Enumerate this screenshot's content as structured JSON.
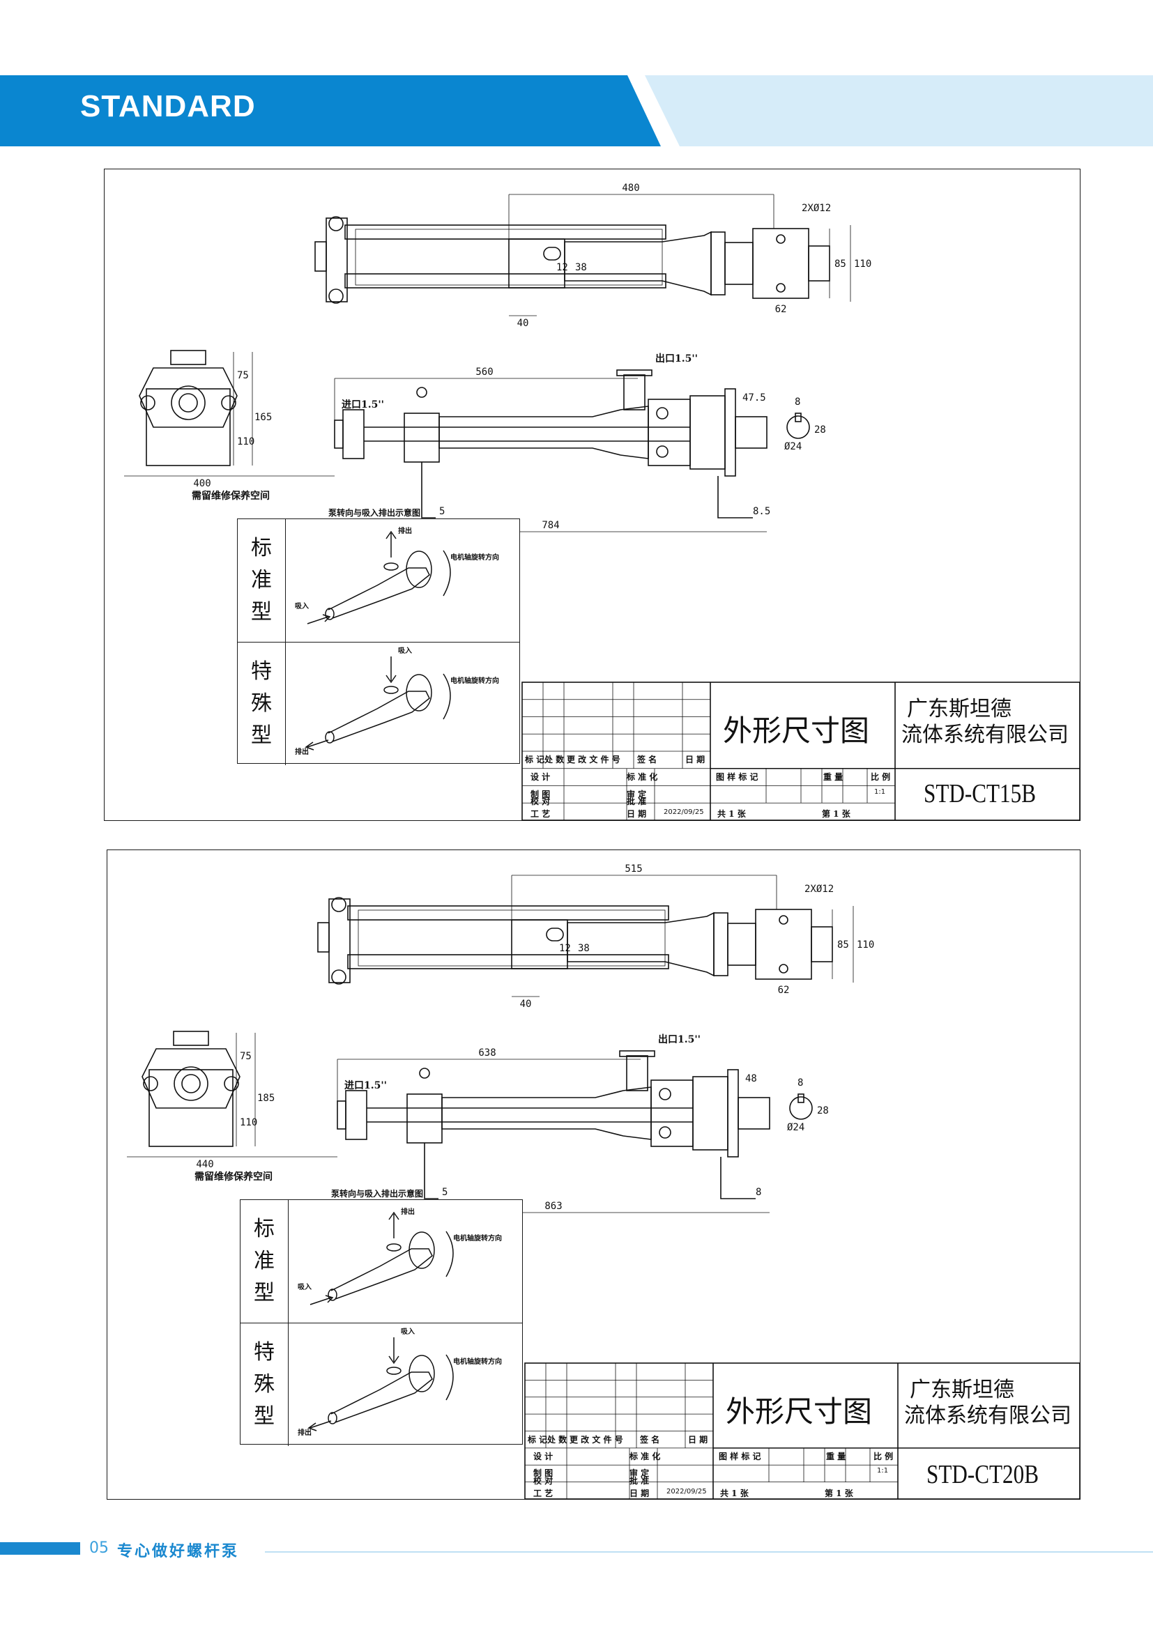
{
  "header": {
    "title": "STANDARD",
    "colors": {
      "dark": "#0a86d0",
      "light": "#d6ecf9"
    }
  },
  "drawings": [
    {
      "dims": {
        "top_len": "480",
        "top_slot_h": "12",
        "top_slot_h2": "38",
        "top_slot_w": "40",
        "bolt": "2XØ12",
        "flange_in": "85",
        "flange_out": "110",
        "flange_w": "62",
        "side_len": "560",
        "total_len": "784",
        "shaft_len": "47.5",
        "base_h": "8.5",
        "drain": "5",
        "end_h1": "75",
        "end_h2": "165",
        "end_h3": "110",
        "end_w": "400",
        "key_w": "8",
        "key_h": "28",
        "shaft_d": "Ø24"
      },
      "labels": {
        "outlet": "出口1.5''",
        "inlet": "进口1.5''",
        "maint": "需留维修保养空间"
      },
      "rotation": {
        "title": "泵转向与吸入排出示意图",
        "standard": {
          "type": [
            "标",
            "准",
            "型"
          ],
          "out": "排出",
          "in": "吸入",
          "dir": "电机轴旋转方向"
        },
        "special": {
          "type": [
            "特",
            "殊",
            "型"
          ],
          "in": "吸入",
          "out": "排出",
          "dir": "电机轴旋转方向"
        }
      },
      "titleblock": {
        "title": "外形尺寸图",
        "company_1": "广东斯坦德",
        "company_2": "流体系统有限公司",
        "code": "STD-CT15B",
        "h_mark": "标 记",
        "h_count": "处 数",
        "h_doc": "更 改 文 件 号",
        "h_sign": "签   名",
        "h_date": "日 期",
        "design": "设   计",
        "std": "标 准 化",
        "draw": "制   图",
        "review": "审   定",
        "check": "校   对",
        "approve": "批   准",
        "craft": "工   艺",
        "date_lbl": "日   期",
        "date": "2022/09/25",
        "pattern": "图 样 标 记",
        "weight": "重   量",
        "scale": "比 例",
        "scale_val": "1:1",
        "total": "共   1   张",
        "sheet_no": "第   1   张"
      }
    },
    {
      "dims": {
        "top_len": "515",
        "top_slot_h": "12",
        "top_slot_h2": "38",
        "top_slot_w": "40",
        "bolt": "2XØ12",
        "flange_in": "85",
        "flange_out": "110",
        "flange_w": "62",
        "side_len": "638",
        "total_len": "863",
        "shaft_len": "48",
        "base_h": "8",
        "drain": "5",
        "end_h1": "75",
        "end_h2": "185",
        "end_h3": "110",
        "end_w": "440",
        "key_w": "8",
        "key_h": "28",
        "shaft_d": "Ø24"
      },
      "labels": {
        "outlet": "出口1.5''",
        "inlet": "进口1.5''",
        "maint": "需留维修保养空间"
      },
      "rotation": {
        "title": "泵转向与吸入排出示意图",
        "standard": {
          "type": [
            "标",
            "准",
            "型"
          ],
          "out": "排出",
          "in": "吸入",
          "dir": "电机轴旋转方向"
        },
        "special": {
          "type": [
            "特",
            "殊",
            "型"
          ],
          "in": "吸入",
          "out": "排出",
          "dir": "电机轴旋转方向"
        }
      },
      "titleblock": {
        "title": "外形尺寸图",
        "company_1": "广东斯坦德",
        "company_2": "流体系统有限公司",
        "code": "STD-CT20B",
        "h_mark": "标 记",
        "h_count": "处 数",
        "h_doc": "更 改 文 件 号",
        "h_sign": "签   名",
        "h_date": "日 期",
        "design": "设   计",
        "std": "标 准 化",
        "draw": "制   图",
        "review": "审   定",
        "check": "校   对",
        "approve": "批   准",
        "craft": "工   艺",
        "date_lbl": "日   期",
        "date": "2022/09/25",
        "pattern": "图 样 标 记",
        "weight": "重   量",
        "scale": "比 例",
        "scale_val": "1:1",
        "total": "共   1   张",
        "sheet_no": "第   1   张"
      }
    }
  ],
  "footer": {
    "page_number": "05",
    "slogan": "专心做好螺杆泵"
  }
}
